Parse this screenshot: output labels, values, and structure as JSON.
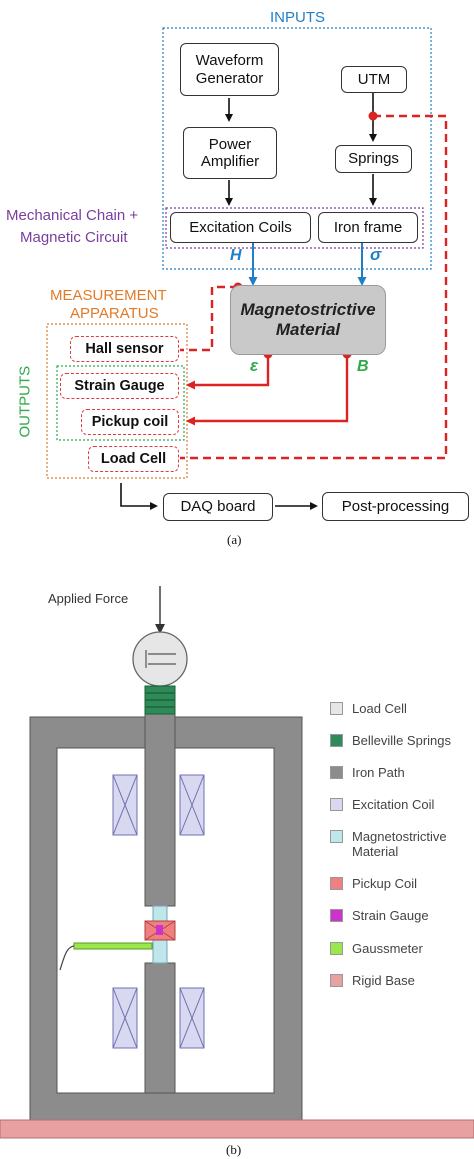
{
  "panel_a": {
    "inputs_label": "INPUTS",
    "mechanical_label": "Mechanical Chain +",
    "magnetic_label": "Magnetic Circuit",
    "measurement_label_1": "MEASUREMENT",
    "measurement_label_2": "APPARATUS",
    "outputs_label": "OUTPUTS",
    "waveform_1": "Waveform",
    "waveform_2": "Generator",
    "power_1": "Power",
    "power_2": "Amplifier",
    "excitation": "Excitation Coils",
    "utm": "UTM",
    "springs": "Springs",
    "iron_frame": "Iron frame",
    "h_symbol": "H",
    "sigma_symbol": "σ",
    "material_1": "Magnetostrictive",
    "material_2": "Material",
    "eps_symbol": "ε",
    "b_symbol": "B",
    "hall": "Hall sensor",
    "strain": "Strain Gauge",
    "pickup": "Pickup coil",
    "load": "Load Cell",
    "daq": "DAQ board",
    "post": "Post-processing",
    "caption": "(a)"
  },
  "panel_b": {
    "applied_force": "Applied Force",
    "caption": "(b)",
    "legend": [
      {
        "label": "Load Cell",
        "color": "#e6e6e6"
      },
      {
        "label": "Belleville Springs",
        "color": "#2e8b57"
      },
      {
        "label": "Iron Path",
        "color": "#8c8c8c"
      },
      {
        "label": "Excitation Coil",
        "color": "#d8d8f0"
      },
      {
        "label": "Magnetostrictive Material",
        "color": "#bfe6ea"
      },
      {
        "label": "Pickup Coil",
        "color": "#f08080"
      },
      {
        "label": "Strain Gauge",
        "color": "#cc33cc"
      },
      {
        "label": "Gaussmeter",
        "color": "#99e64d"
      },
      {
        "label": "Rigid Base",
        "color": "#e8a0a0"
      }
    ]
  },
  "colors": {
    "inputs_blue": "#1f7fc9",
    "mech_purple": "#7a3e9d",
    "measure_orange": "#e07b28",
    "outputs_green": "#2faa4a",
    "signal_red": "#dd2222"
  }
}
